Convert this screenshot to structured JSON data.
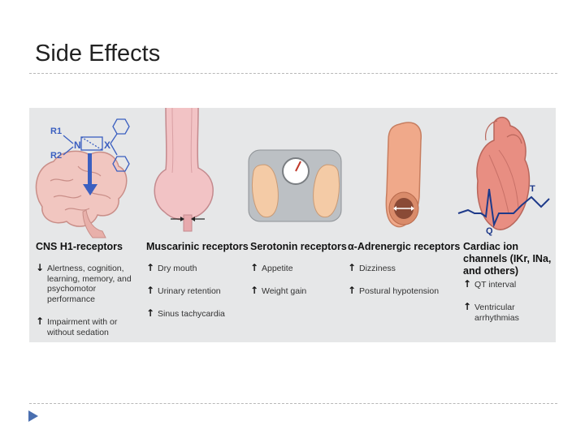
{
  "slide": {
    "title": "Side Effects"
  },
  "figure": {
    "structure_labels": {
      "r1": "R1",
      "r2": "R2",
      "n": "N",
      "x": "X"
    },
    "ecg_labels": {
      "q": "Q",
      "t": "T"
    },
    "columns": [
      {
        "title": "CNS H1-receptors",
        "effects": [
          {
            "direction": "down",
            "text": "Alertness, cognition, learning, memory, and psychomotor performance"
          },
          {
            "direction": "up",
            "text": "Impairment with or without sedation"
          }
        ]
      },
      {
        "title": "Muscarinic receptors",
        "effects": [
          {
            "direction": "up",
            "text": "Dry mouth"
          },
          {
            "direction": "up",
            "text": "Urinary retention"
          },
          {
            "direction": "up",
            "text": "Sinus tachycardia"
          }
        ]
      },
      {
        "title": "Serotonin receptors",
        "effects": [
          {
            "direction": "up",
            "text": "Appetite"
          },
          {
            "direction": "up",
            "text": "Weight gain"
          }
        ]
      },
      {
        "title": "α-Adrenergic receptors",
        "effects": [
          {
            "direction": "up",
            "text": "Dizziness"
          },
          {
            "direction": "up",
            "text": "Postural hypotension"
          }
        ]
      },
      {
        "title": "Cardiac ion channels (IKr, INa, and others)",
        "effects": [
          {
            "direction": "up",
            "text": "QT interval"
          },
          {
            "direction": "up",
            "text": "Ventricular arrhythmias"
          }
        ]
      }
    ],
    "colors": {
      "background": "#e6e7e8",
      "ecg": "#1e3a8a",
      "tissue": "#e8a0a0"
    },
    "icons": [
      "brain-icon",
      "bladder-icon",
      "scale-icon",
      "blood-vessel-icon",
      "heart-icon"
    ]
  }
}
